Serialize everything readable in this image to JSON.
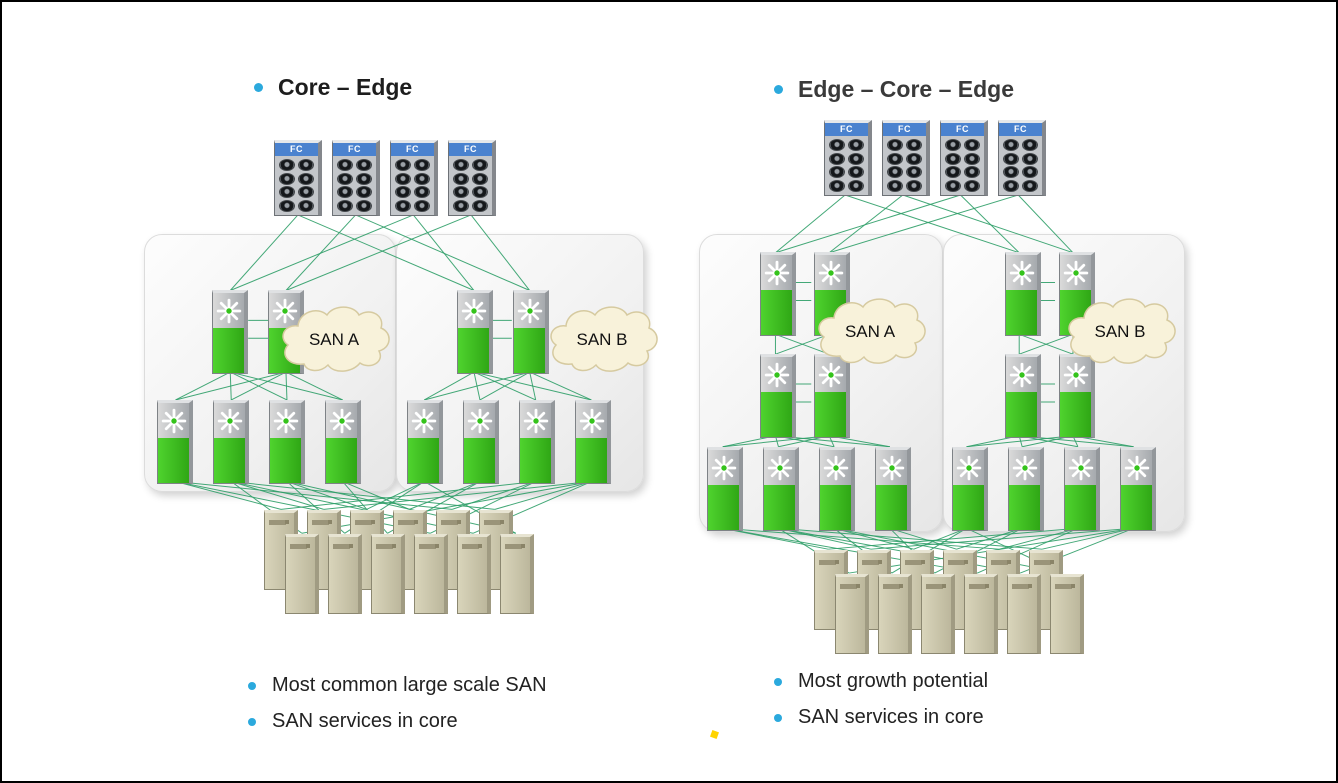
{
  "slide": {
    "left": {
      "title": "Core – Edge",
      "clouds": [
        "SAN A",
        "SAN B"
      ],
      "bullets": [
        "Most common large scale SAN",
        "SAN services in core"
      ]
    },
    "right": {
      "title": "Edge – Core – Edge",
      "clouds": [
        "SAN A",
        "SAN B"
      ],
      "bullets": [
        "Most growth potential",
        "SAN services in core"
      ]
    }
  },
  "labels": {
    "storage": "FC"
  },
  "icons": {
    "bullet-icon": "•",
    "switch-icon": "✳",
    "cloud-icon": "☁",
    "disk-icon": "●"
  },
  "colors": {
    "bullet_blue": "#2ba9dd",
    "switch_green": "#3fc421",
    "connection_green": "#2f9e68",
    "fc_header_blue": "#4a82cf",
    "server_tan": "#cdc9ad",
    "cloud_cream": "#f8f2da",
    "fabric_gray": "#efefef"
  }
}
